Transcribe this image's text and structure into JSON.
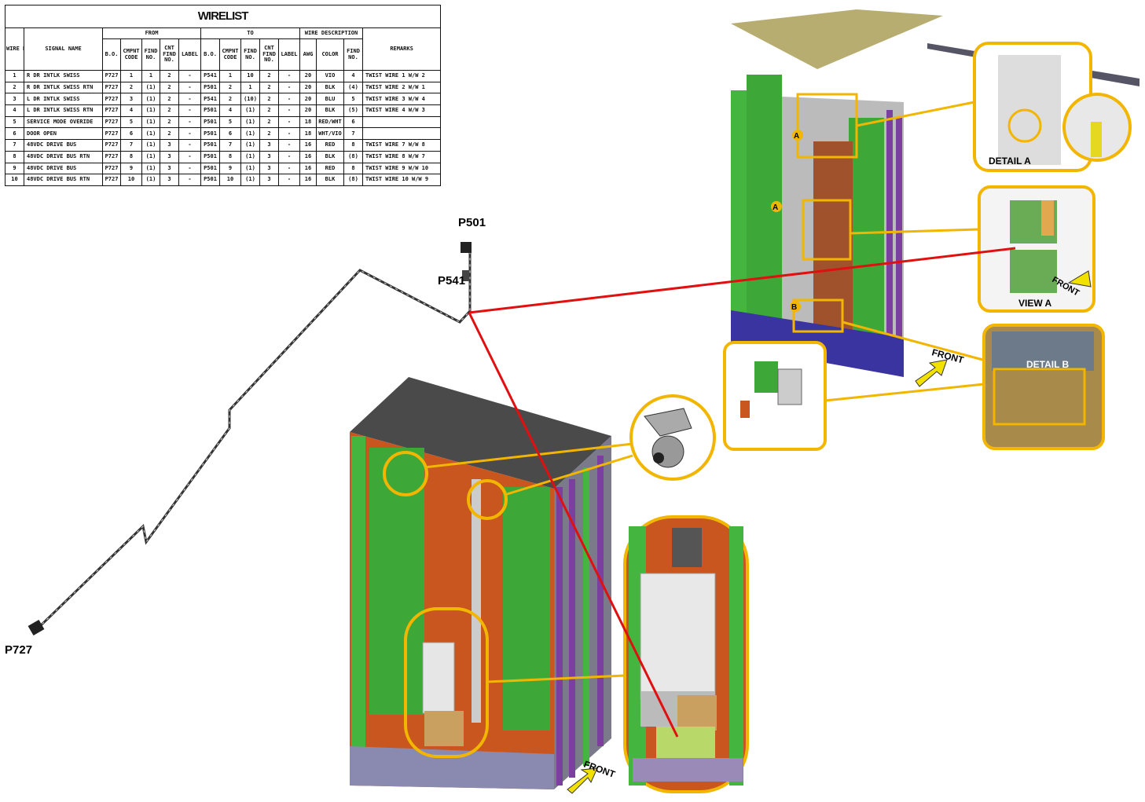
{
  "wirelist": {
    "title": "WIRELIST",
    "groups": {
      "from": "FROM",
      "to": "TO",
      "wire_desc": "WIRE DESCRIPTION"
    },
    "headers": {
      "wire_no": "WIRE NO.",
      "signal_name": "SIGNAL NAME",
      "bo": "B.O.",
      "cmpnt_code": "CMPNT CODE",
      "find_no": "FIND NO.",
      "cnt_find_no": "CNT FIND NO.",
      "label": "LABEL",
      "awg": "AWG",
      "color": "COLOR",
      "remarks": "REMARKS"
    },
    "rows": [
      [
        "1",
        "R DR INTLK SWISS",
        "P727",
        "1",
        "1",
        "2",
        "-",
        "P541",
        "1",
        "10",
        "2",
        "-",
        "20",
        "VIO",
        "4",
        "TWIST WIRE 1 W/W 2"
      ],
      [
        "2",
        "R DR INTLK SWISS RTN",
        "P727",
        "2",
        "(1)",
        "2",
        "-",
        "P501",
        "2",
        "1",
        "2",
        "-",
        "20",
        "BLK",
        "(4)",
        "TWIST WIRE 2 W/W 1"
      ],
      [
        "3",
        "L DR INTLK SWISS",
        "P727",
        "3",
        "(1)",
        "2",
        "-",
        "P541",
        "2",
        "(10)",
        "2",
        "-",
        "20",
        "BLU",
        "5",
        "TWIST WIRE 3 W/W 4"
      ],
      [
        "4",
        "L DR INTLK SWISS RTN",
        "P727",
        "4",
        "(1)",
        "2",
        "-",
        "P501",
        "4",
        "(1)",
        "2",
        "-",
        "20",
        "BLK",
        "(5)",
        "TWIST WIRE 4 W/W 3"
      ],
      [
        "5",
        "SERVICE MODE OVERIDE",
        "P727",
        "5",
        "(1)",
        "2",
        "-",
        "P501",
        "5",
        "(1)",
        "2",
        "-",
        "18",
        "RED/WHT",
        "6",
        ""
      ],
      [
        "6",
        "DOOR OPEN",
        "P727",
        "6",
        "(1)",
        "2",
        "-",
        "P501",
        "6",
        "(1)",
        "2",
        "-",
        "18",
        "WHT/VIO",
        "7",
        ""
      ],
      [
        "7",
        "48VDC DRIVE BUS",
        "P727",
        "7",
        "(1)",
        "3",
        "-",
        "P501",
        "7",
        "(1)",
        "3",
        "-",
        "16",
        "RED",
        "8",
        "TWIST WIRE 7 W/W 8"
      ],
      [
        "8",
        "48VDC DRIVE BUS RTN",
        "P727",
        "8",
        "(1)",
        "3",
        "-",
        "P501",
        "8",
        "(1)",
        "3",
        "-",
        "16",
        "BLK",
        "(8)",
        "TWIST WIRE 8 W/W 7"
      ],
      [
        "9",
        "48VDC DRIVE BUS",
        "P727",
        "9",
        "(1)",
        "3",
        "-",
        "P501",
        "9",
        "(1)",
        "3",
        "-",
        "16",
        "RED",
        "8",
        "TWIST WIRE 9 W/W 10"
      ],
      [
        "10",
        "48VDC DRIVE BUS RTN",
        "P727",
        "10",
        "(1)",
        "3",
        "-",
        "P501",
        "10",
        "(1)",
        "3",
        "-",
        "16",
        "BLK",
        "(8)",
        "TWIST WIRE 10 W/W 9"
      ]
    ]
  },
  "connectors": {
    "p501": "P501",
    "p541": "P541",
    "p727": "P727"
  },
  "callouts": {
    "detail_a": "DETAIL A",
    "view_a": "VIEW A",
    "detail_b": "DETAIL B",
    "marker_a": "A",
    "marker_b": "B",
    "front": "FRONT"
  },
  "colors": {
    "callout": "#f2b600",
    "wire": "#e01010",
    "frame_green": "#44b640",
    "panel_orange": "#c8561e",
    "base_blue": "#3a34a0"
  }
}
